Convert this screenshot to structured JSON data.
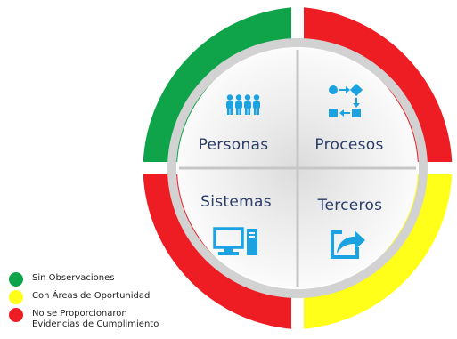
{
  "colors": {
    "green": "#10a44a",
    "yellow": "#ffff1a",
    "red": "#ee1c23",
    "gray_ring": "#d2d2d2",
    "icon_blue": "#1aa3e0",
    "label_navy": "#2a3d68"
  },
  "segments": [
    {
      "position": "top-left",
      "status": "green"
    },
    {
      "position": "top-right",
      "status": "red"
    },
    {
      "position": "bottom-right",
      "status": "yellow"
    },
    {
      "position": "bottom-left",
      "status": "red"
    }
  ],
  "quadrants": [
    {
      "label": "Personas",
      "icon": "people-group-icon"
    },
    {
      "label": "Procesos",
      "icon": "process-flow-icon"
    },
    {
      "label": "Sistemas",
      "icon": "computer-icon"
    },
    {
      "label": "Terceros",
      "icon": "share-arrow-icon"
    }
  ],
  "legend": [
    {
      "label": "Sin Observaciones",
      "color": "#10a44a"
    },
    {
      "label": "Con Áreas de Oportunidad",
      "color": "#ffff1a"
    },
    {
      "label": "No se Proporcionaron",
      "label2": "Evidencias de Cumplimiento",
      "color": "#ee1c23"
    }
  ]
}
